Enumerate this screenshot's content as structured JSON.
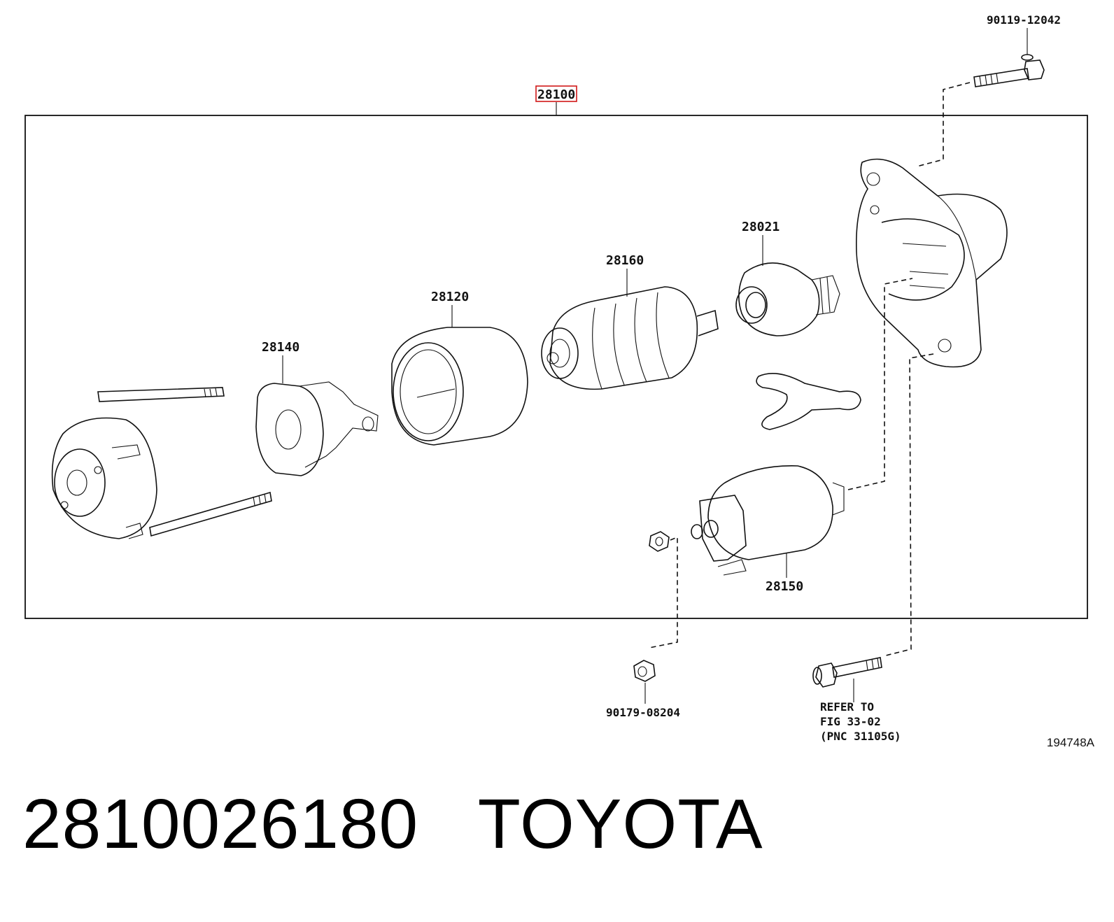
{
  "diagram": {
    "assembly_label": "28100",
    "parts": [
      {
        "id": "p28021",
        "number": "28021"
      },
      {
        "id": "p28160",
        "number": "28160"
      },
      {
        "id": "p28120",
        "number": "28120"
      },
      {
        "id": "p28140",
        "number": "28140"
      },
      {
        "id": "p28150",
        "number": "28150"
      }
    ],
    "external_parts": {
      "bolt_top": "90119-12042",
      "nut_bottom": "90179-08204",
      "refer_line1": "REFER TO",
      "refer_line2": "FIG 33-02",
      "refer_line3": "(PNC 31105G)"
    },
    "figure_id": "194748A",
    "highlight_color": "#d01818"
  },
  "caption": {
    "part_number": "2810026180",
    "brand": "TOYOTA"
  }
}
